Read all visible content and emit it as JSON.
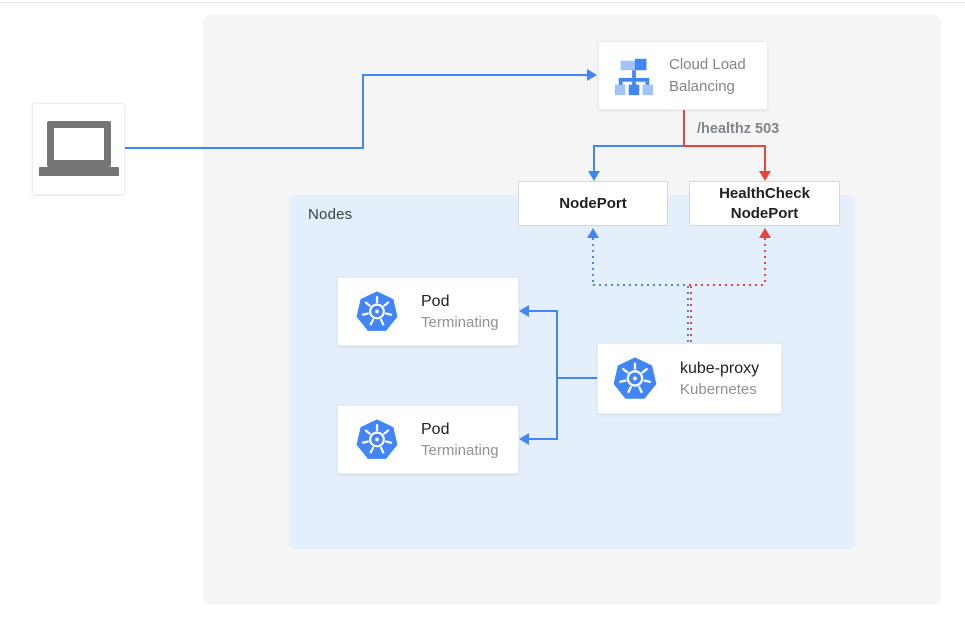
{
  "diagram": {
    "title_context": "Kubernetes load-balancer health-check diagram",
    "nodes_panel": {
      "label": "Nodes"
    },
    "client": {
      "icon": "laptop-icon"
    },
    "cloud_load_balancing": {
      "title": "Cloud Load Balancing",
      "icon": "load-balancer-tree-icon"
    },
    "healthz_label": "/healthz 503",
    "nodeport": {
      "label": "NodePort"
    },
    "healthcheck_nodeport": {
      "label": "HealthCheck NodePort"
    },
    "pods": [
      {
        "title": "Pod",
        "subtitle": "Terminating",
        "icon": "kubernetes-helm-icon"
      },
      {
        "title": "Pod",
        "subtitle": "Terminating",
        "icon": "kubernetes-helm-icon"
      }
    ],
    "kube_proxy": {
      "title": "kube-proxy",
      "subtitle": "Kubernetes",
      "icon": "kubernetes-helm-icon"
    },
    "colors": {
      "traffic_blue": "#4285f4",
      "healthcheck_red": "#e8453c",
      "icon_light_blue": "#a1c2fa",
      "panel_gray": "#f5f5f5",
      "panel_light_blue": "#e3f0fc",
      "text_dark": "#202124",
      "text_gray": "#80868b"
    }
  }
}
